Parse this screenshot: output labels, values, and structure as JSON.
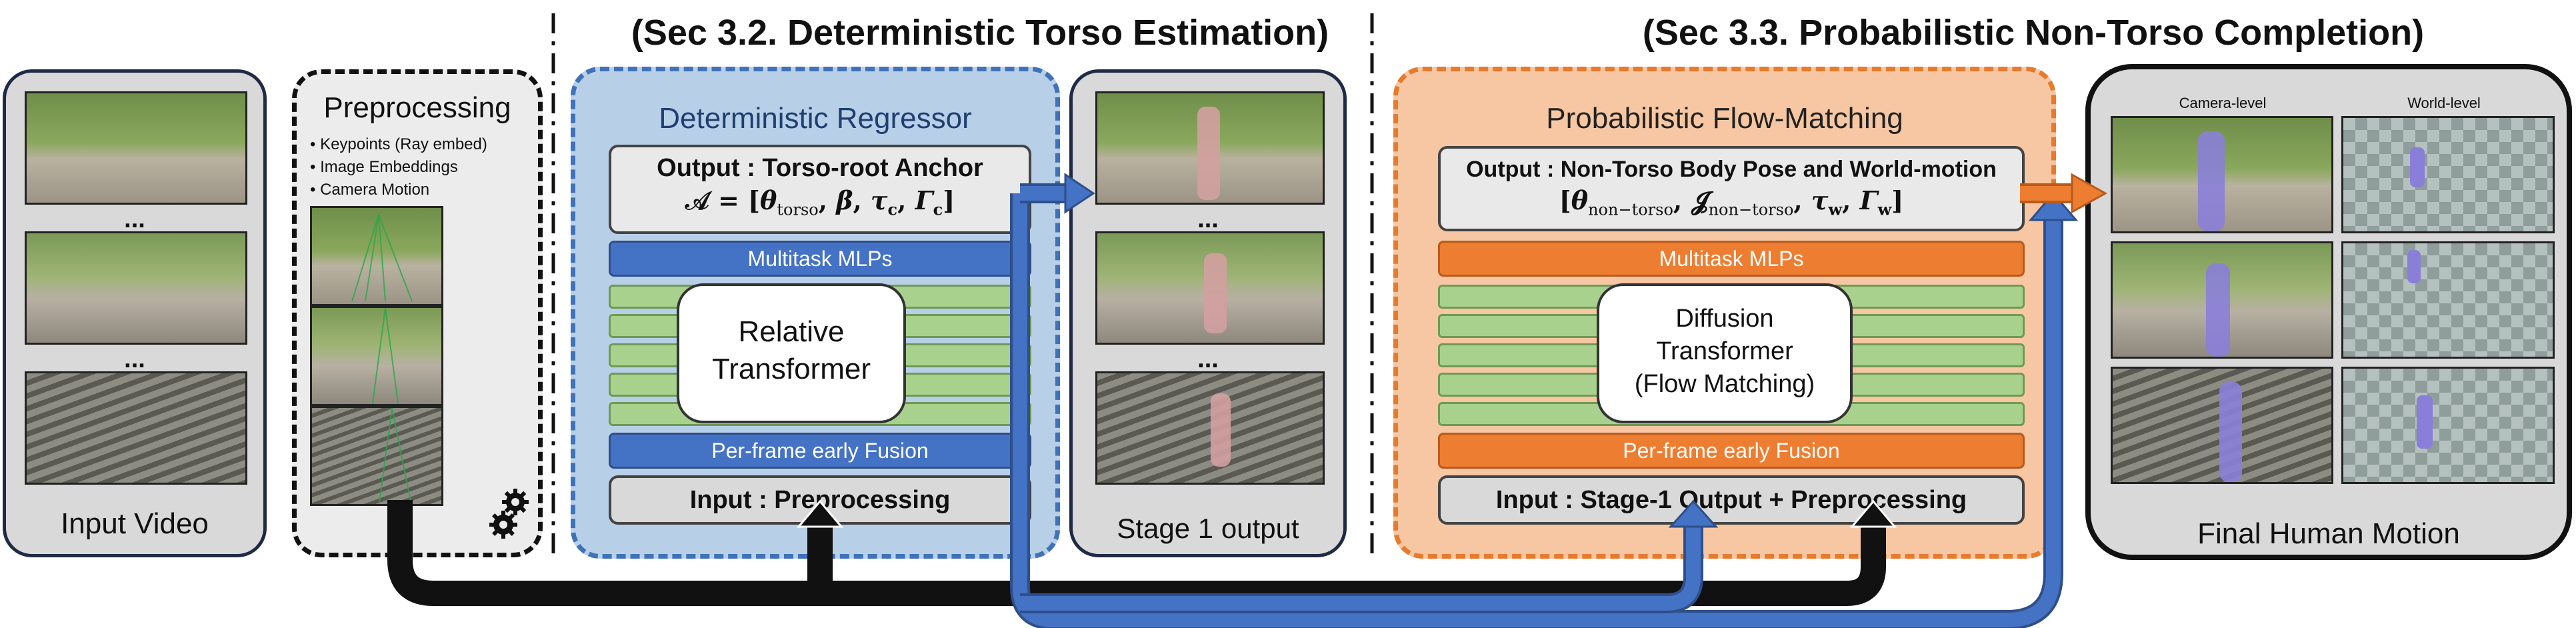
{
  "sections": {
    "torso_title": "(Sec 3.2. Deterministic Torso Estimation)",
    "nontorso_title": "(Sec 3.3. Probabilistic Non-Torso Completion)"
  },
  "input_video": {
    "label": "Input Video",
    "ellipsis": "..."
  },
  "preprocessing": {
    "title": "Preprocessing",
    "bullets": [
      "Keypoints (Ray embed)",
      "Image Embeddings",
      "Camera Motion"
    ],
    "icon": "gear-icon"
  },
  "regressor": {
    "title": "Deterministic Regressor",
    "output_label": "Output : Torso-root Anchor",
    "output_formula": "𝒜 = [θtorso, β, τc, Γc]",
    "mlp_label": "Multitask MLPs",
    "transformer_line1": "Relative",
    "transformer_line2": "Transformer",
    "fusion_label": "Per-frame early Fusion",
    "input_label": "Input : Preprocessing"
  },
  "stage1": {
    "label": "Stage 1 output",
    "ellipsis": "..."
  },
  "flow": {
    "title": "Probabilistic Flow-Matching",
    "output_label": "Output : Non-Torso Body Pose and World-motion",
    "output_formula": "[θnon−torso, 𝓙non−torso, τw, Γw]",
    "mlp_label": "Multitask MLPs",
    "transformer_line1": "Diffusion",
    "transformer_line2": "Transformer",
    "transformer_line3": "(Flow Matching)",
    "fusion_label": "Per-frame early Fusion",
    "input_label": "Input : Stage-1 Output + Preprocessing"
  },
  "final": {
    "label": "Final Human Motion",
    "camera_level": "Camera-level",
    "world_level": "World-level"
  },
  "colors": {
    "blue": "#4472c4",
    "orange": "#ed7d31",
    "green": "#a9d18e",
    "arrow_black": "#111111"
  }
}
